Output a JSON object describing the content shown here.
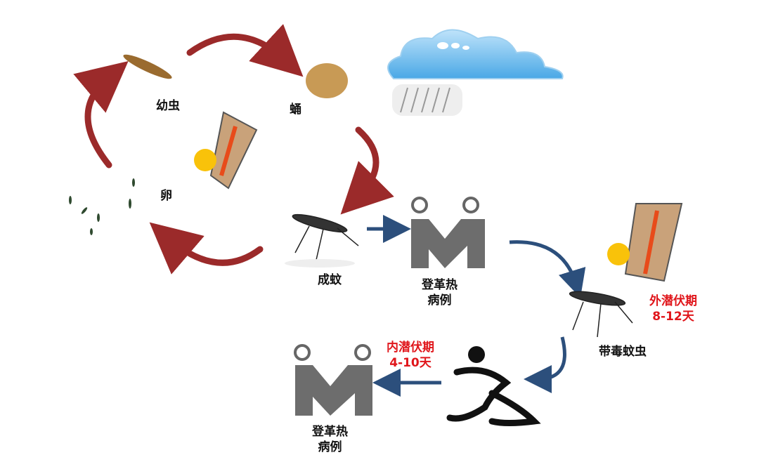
{
  "lifecycle": {
    "larva": "幼虫",
    "pupa": "蛹",
    "egg": "卵",
    "adult": "成蚊"
  },
  "case1": {
    "line1": "登革热",
    "line2": "病例"
  },
  "extrinsic": {
    "line1": "外潜伏期",
    "line2": "8-12天"
  },
  "infected_mosquito": "带毒蚊虫",
  "intrinsic": {
    "line1": "内潜伏期",
    "line2": "4-10天"
  },
  "case2": {
    "line1": "登革热",
    "line2": "病例"
  },
  "colors": {
    "cycle_arrow": "#9b2a2a",
    "transmission_arrow": "#2c4f7c",
    "incubation_text": "#e0161b",
    "case_icon": "#6d6d6d"
  }
}
